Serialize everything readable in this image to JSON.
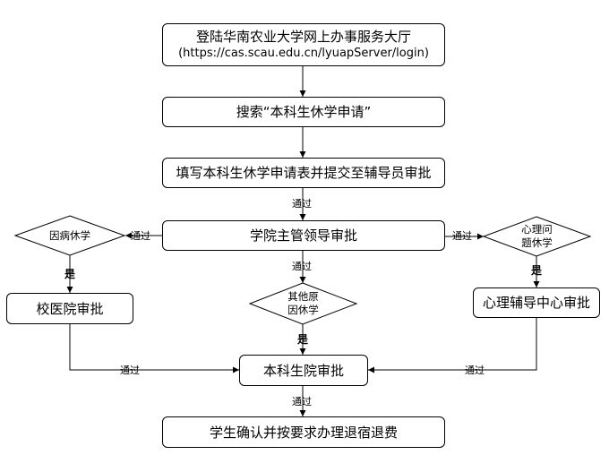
{
  "diagram": {
    "steps": {
      "login": {
        "title": "登陆华南农业大学网上办事服务大厅",
        "url": "(https://cas.scau.edu.cn/lyuapServer/login)"
      },
      "search": "搜索“本科生休学申请”",
      "fill": "填写本科生休学申请表并提交至辅导员审批",
      "college": "学院主管领导审批",
      "hospital": "校医院审批",
      "psych_center": "心理辅导中心审批",
      "undergrad": "本科生院审批",
      "confirm": "学生确认并按要求办理退宿退费"
    },
    "decisions": {
      "illness": "因病休学",
      "psych": [
        "心理问",
        "题休学"
      ],
      "other": [
        "其他原",
        "因休学"
      ]
    },
    "edge_labels": {
      "pass_fill_college": "通过",
      "pass_left": "通过",
      "pass_right": "通过",
      "pass_college_other": "通过",
      "yes_illness": "是",
      "yes_psych": "是",
      "yes_other": "是",
      "pass_hospital": "通过",
      "pass_psych_center": "通过",
      "pass_undergrad": "通过"
    }
  }
}
